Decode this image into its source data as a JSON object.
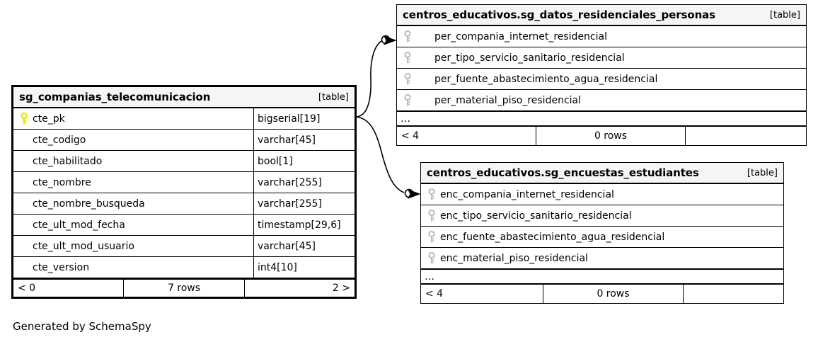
{
  "diagram": {
    "caption": "Generated by SchemaSpy",
    "table_tag": "[table]",
    "ellipsis": "…",
    "colors": {
      "primary_key_icon": "#e8e800",
      "foreign_key_icon": "#c0c0c0",
      "header_background": "#f5f5f5",
      "border": "#000000",
      "background": "#ffffff"
    }
  },
  "tables": [
    {
      "id": "companias",
      "title": "sg_companias_telecomunicacion",
      "tag": "[table]",
      "columns": [
        {
          "name": "cte_pk",
          "type": "bigserial[19]",
          "key": "primary"
        },
        {
          "name": "cte_codigo",
          "type": "varchar[45]",
          "key": "none"
        },
        {
          "name": "cte_habilitado",
          "type": "bool[1]",
          "key": "none"
        },
        {
          "name": "cte_nombre",
          "type": "varchar[255]",
          "key": "none"
        },
        {
          "name": "cte_nombre_busqueda",
          "type": "varchar[255]",
          "key": "none"
        },
        {
          "name": "cte_ult_mod_fecha",
          "type": "timestamp[29,6]",
          "key": "none"
        },
        {
          "name": "cte_ult_mod_usuario",
          "type": "varchar[45]",
          "key": "none"
        },
        {
          "name": "cte_version",
          "type": "int4[10]",
          "key": "none"
        }
      ],
      "footer": {
        "left": "< 0",
        "middle": "7 rows",
        "right": "2 >"
      }
    },
    {
      "id": "datos",
      "title": "centros_educativos.sg_datos_residenciales_personas",
      "tag": "[table]",
      "columns": [
        {
          "name": "per_compania_internet_residencial",
          "key": "foreign"
        },
        {
          "name": "per_tipo_servicio_sanitario_residencial",
          "key": "foreign"
        },
        {
          "name": "per_fuente_abastecimiento_agua_residencial",
          "key": "foreign"
        },
        {
          "name": "per_material_piso_residencial",
          "key": "foreign"
        }
      ],
      "more": "…",
      "footer": {
        "left": "< 4",
        "middle": "0 rows",
        "right": ""
      }
    },
    {
      "id": "encuestas",
      "title": "centros_educativos.sg_encuestas_estudiantes",
      "tag": "[table]",
      "columns": [
        {
          "name": "enc_compania_internet_residencial",
          "key": "foreign"
        },
        {
          "name": "enc_tipo_servicio_sanitario_residencial",
          "key": "foreign"
        },
        {
          "name": "enc_fuente_abastecimiento_agua_residencial",
          "key": "foreign"
        },
        {
          "name": "enc_material_piso_residencial",
          "key": "foreign"
        }
      ],
      "more": "…",
      "footer": {
        "left": "< 4",
        "middle": "0 rows",
        "right": ""
      }
    }
  ],
  "relationships": [
    {
      "name": "companias-to-datos",
      "from_table": "sg_companias_telecomunicacion",
      "from_column": "cte_pk",
      "to_table": "centros_educativos.sg_datos_residenciales_personas",
      "to_column": "per_compania_internet_residencial",
      "source_marker": "none",
      "target_marker": "optional-crowfoot"
    },
    {
      "name": "companias-to-encuestas",
      "from_table": "sg_companias_telecomunicacion",
      "from_column": "cte_pk",
      "to_table": "centros_educativos.sg_encuestas_estudiantes",
      "to_column": "enc_compania_internet_residencial",
      "source_marker": "none",
      "target_marker": "optional-crowfoot"
    }
  ]
}
